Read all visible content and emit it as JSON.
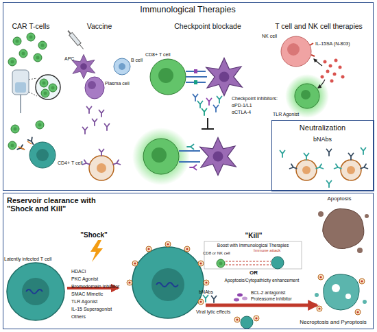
{
  "diagram": {
    "nodes": [
      {
        "text": [
          "Immunological Therapies"
        ]
      },
      {
        "text": [
          "Neutralization",
          "bNAbs"
        ],
        "in": 0
      },
      {
        "text": [
          "Reservoir clearance with \"Shock and Kill\""
        ]
      }
    ],
    "labels": [
      "CAR T-cells",
      "Vaccine",
      "APC",
      "B cell",
      "Plasma cell",
      "CD4+ T cell",
      "Checkpoint blockade",
      "CD8+ T cell",
      "Checkpoint inhibitors:",
      "αPD-1/L1",
      "αCTLA-4",
      "T cell and NK cell therapies",
      "NK cell",
      "IL-15SA (N-803)",
      "TLR Agonist",
      "\"Shock\"",
      "Latently infected T cell",
      "HDACi",
      "PKC Agonist",
      "Bromodomain Inhibitor",
      "SMAC Mimetic",
      "TLR Agonist",
      "IL-15 Superagonist",
      "Others",
      "\"Kill\"",
      "Boost with Immunological Therapies",
      "CD8 or NK cell",
      "Immune attack",
      "OR",
      "Apoptosis/Cytopathicity enhancement",
      "bNAbs",
      "BCL-2 antagonist",
      "Proteasome inhibitor",
      "Viral lytic effects",
      "Apoptosis",
      "Necroptosis and Pyroptosis"
    ]
  }
}
